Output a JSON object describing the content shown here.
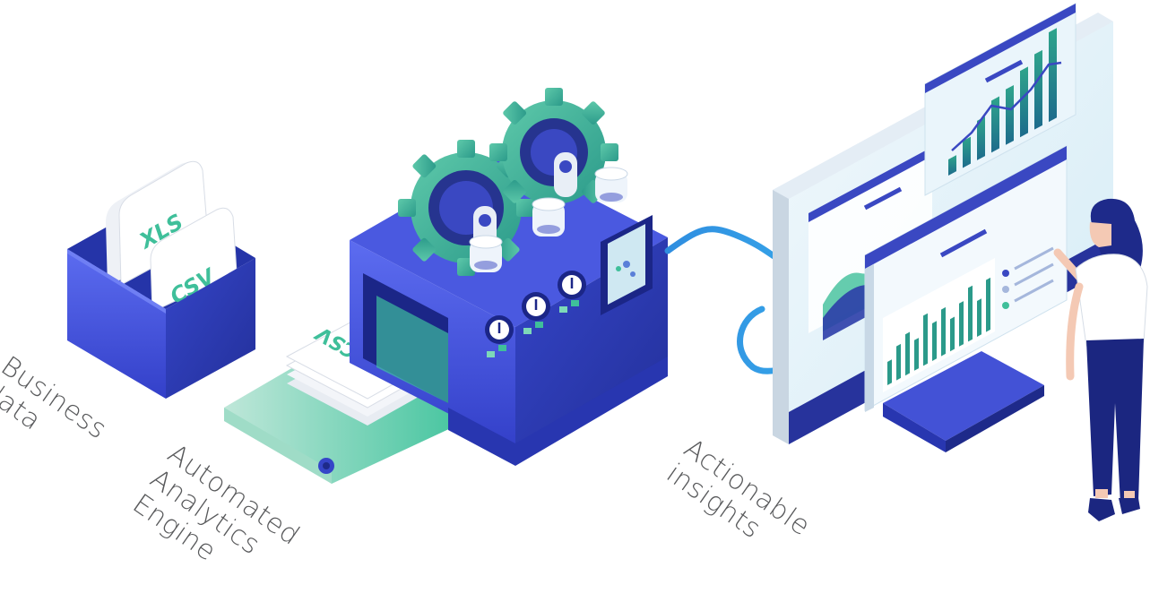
{
  "files": {
    "xls_label": "XLS",
    "csv_label": "CSV",
    "tray_label": "CSV"
  },
  "labels": {
    "business": [
      "Business",
      "data"
    ],
    "engine": [
      "Automated",
      "Analytics",
      "Engine"
    ],
    "insights": [
      "Actionable",
      "insights"
    ]
  },
  "colors": {
    "primary": "#3f4fd8",
    "dark": "#1e2a8a",
    "accent": "#3fbf9a",
    "pale": "#e6f2fb",
    "text": "#58595b"
  },
  "icons": [
    "gear-icon",
    "document-icon",
    "conveyor-icon",
    "monitor-icon",
    "person-icon"
  ]
}
